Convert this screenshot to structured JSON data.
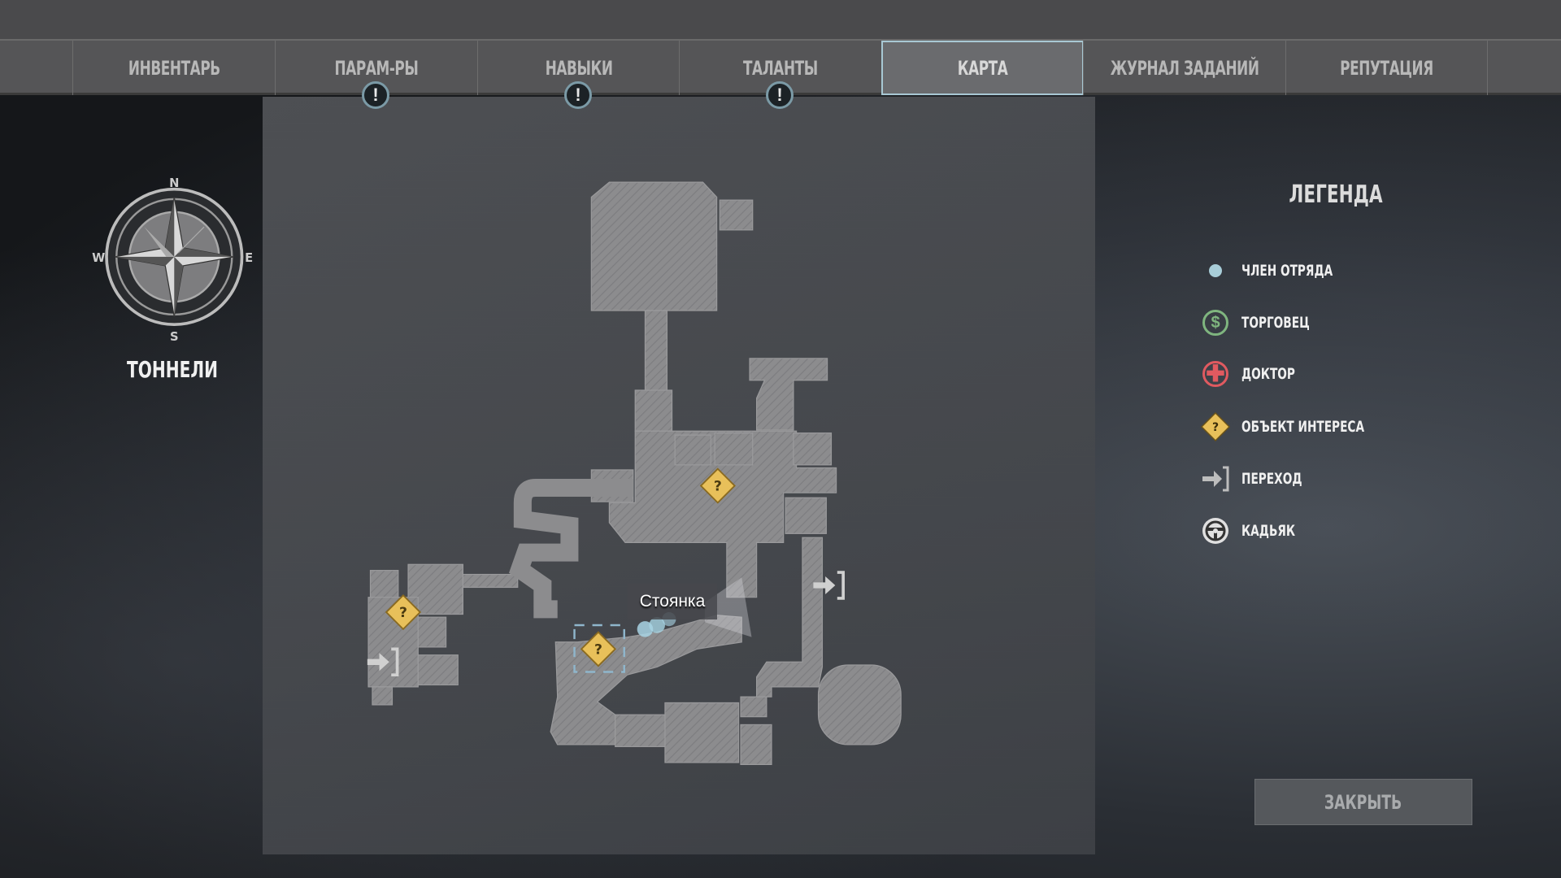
{
  "tabs": [
    {
      "label": "ИНВЕНТАРЬ",
      "active": false,
      "alert": false
    },
    {
      "label": "ПАРАМ-РЫ",
      "active": false,
      "alert": true
    },
    {
      "label": "НАВЫКИ",
      "active": false,
      "alert": true
    },
    {
      "label": "ТАЛАНТЫ",
      "active": false,
      "alert": true
    },
    {
      "label": "КАРТА",
      "active": true,
      "alert": false
    },
    {
      "label": "ЖУРНАЛ ЗАДАНИЙ",
      "active": false,
      "alert": false
    },
    {
      "label": "РЕПУТАЦИЯ",
      "active": false,
      "alert": false
    }
  ],
  "alert_glyph": "!",
  "compass": {
    "n": "N",
    "e": "E",
    "s": "S",
    "w": "W"
  },
  "region_name": "ТОННЕЛИ",
  "map": {
    "location_label": "Стоянка",
    "poi_glyph": "?"
  },
  "legend": {
    "title": "ЛЕГЕНДА",
    "items": [
      {
        "icon": "party-member-dot",
        "label": "ЧЛЕН ОТРЯДА",
        "color": "#a8cdd8"
      },
      {
        "icon": "merchant-dollar-icon",
        "label": "ТОРГОВЕЦ",
        "color": "#7fb57f"
      },
      {
        "icon": "doctor-cross-icon",
        "label": "ДОКТОР",
        "color": "#e05a60"
      },
      {
        "icon": "point-of-interest-icon",
        "label": "ОБЪЕКТ ИНТЕРЕСА",
        "color": "#e8c05a"
      },
      {
        "icon": "transition-arrow-icon",
        "label": "ПЕРЕХОД",
        "color": "#bdbdbd"
      },
      {
        "icon": "vehicle-wheel-icon",
        "label": "КАДЬЯК",
        "color": "#e0e0e0"
      }
    ]
  },
  "close_label": "ЗАКРЫТЬ"
}
